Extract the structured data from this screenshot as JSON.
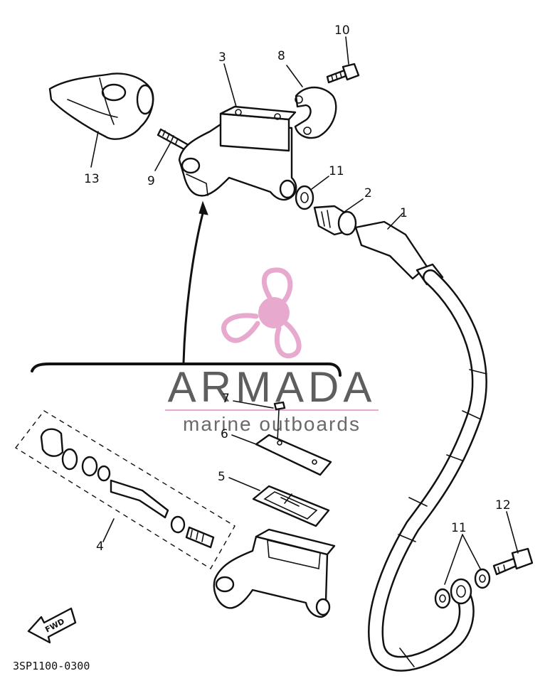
{
  "diagram": {
    "drawing_code": "3SP1100-0300",
    "direction_tag": "FWD",
    "callouts": {
      "c1": "1",
      "c2": "2",
      "c3": "3",
      "c4": "4",
      "c5": "5",
      "c6": "6",
      "c7": "7",
      "c8": "8",
      "c9": "9",
      "c10": "10",
      "c11a": "11",
      "c11b": "11",
      "c12": "12",
      "c13": "13"
    }
  },
  "watermark": {
    "brand": "ARMADA",
    "tagline": "marine outboards",
    "colors": {
      "propeller": "#e8a9cf",
      "hub": "#e8a9cf",
      "text": "#5e5e5e",
      "rule": "#e8a9cf"
    }
  }
}
